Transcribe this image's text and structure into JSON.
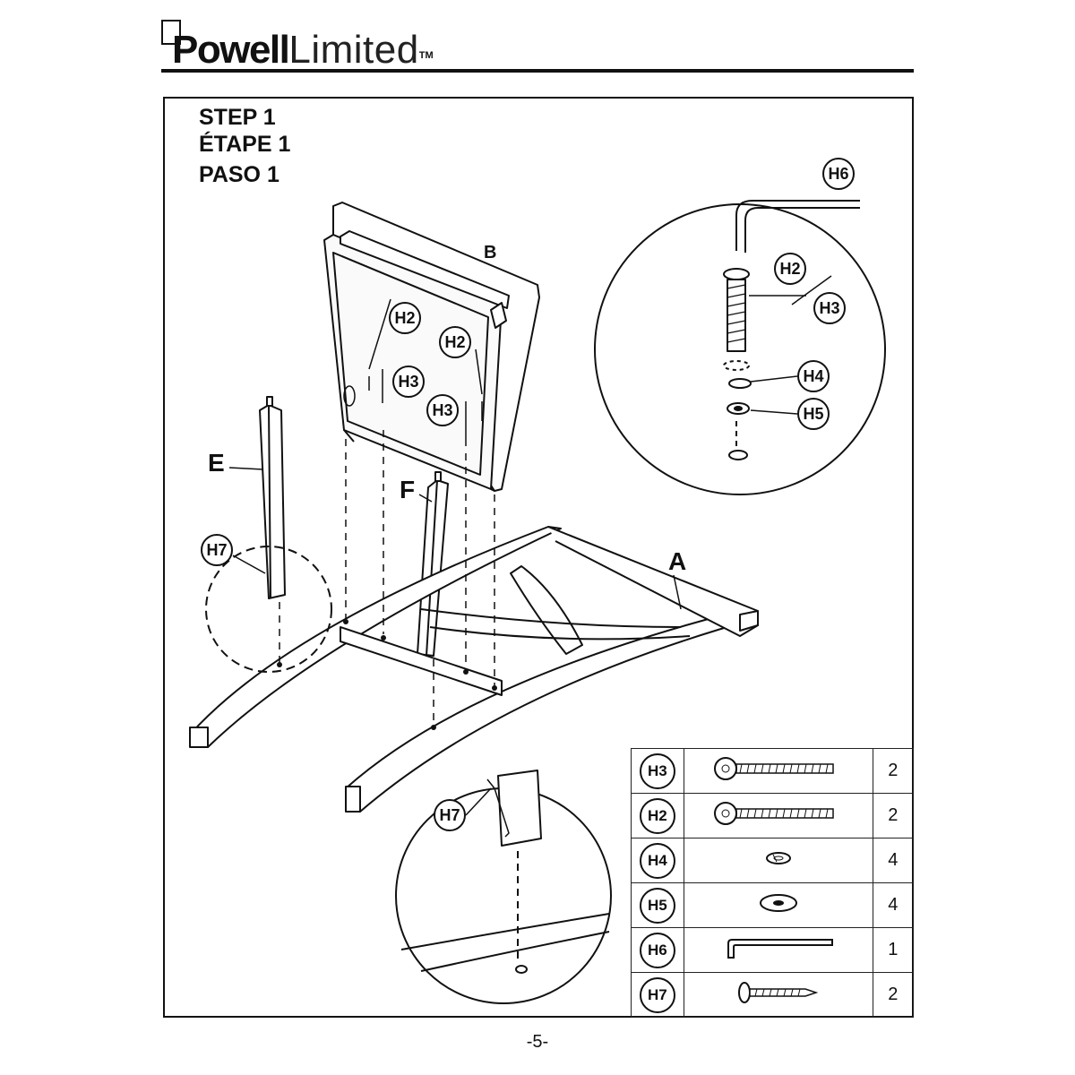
{
  "header": {
    "brand_bold": "Powell",
    "brand_light": "Limited",
    "trademark": "TM"
  },
  "step": {
    "en": "STEP 1",
    "fr": "ÉTAPE 1",
    "es": "PASO 1"
  },
  "parts_labels": {
    "A": "A",
    "B": "B",
    "E": "E",
    "F": "F"
  },
  "hardware_callouts": {
    "H2": "H2",
    "H3": "H3",
    "H4": "H4",
    "H5": "H5",
    "H6": "H6",
    "H7": "H7"
  },
  "hardware_table": [
    {
      "code": "H3",
      "icon": "bolt-icon",
      "qty": "2"
    },
    {
      "code": "H2",
      "icon": "bolt-icon",
      "qty": "2"
    },
    {
      "code": "H4",
      "icon": "lock-washer-icon",
      "qty": "4"
    },
    {
      "code": "H5",
      "icon": "flat-washer-icon",
      "qty": "4"
    },
    {
      "code": "H6",
      "icon": "allen-key-icon",
      "qty": "1"
    },
    {
      "code": "H7",
      "icon": "wood-screw-icon",
      "qty": "2"
    }
  ],
  "page_number": "-5-"
}
